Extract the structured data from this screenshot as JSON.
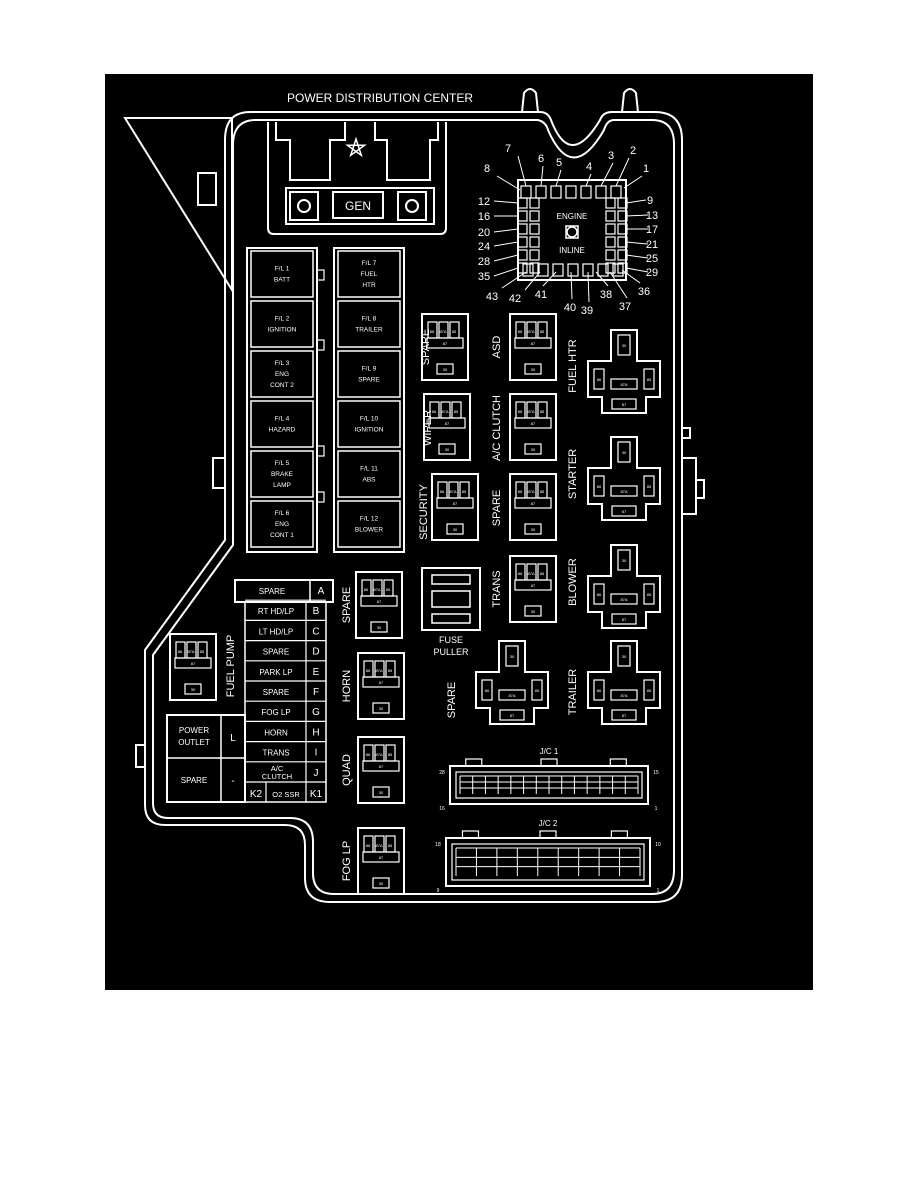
{
  "colors": {
    "page": "#ffffff",
    "panel": "#000000",
    "line": "#ffffff"
  },
  "title": "POWER DISTRIBUTION CENTER",
  "generator": {
    "label": "GEN",
    "logo": "pentastar-icon"
  },
  "fusible_links": [
    {
      "id": "FL1",
      "lines": [
        "F/L 1",
        "BATT"
      ]
    },
    {
      "id": "FL2",
      "lines": [
        "F/L 2",
        "IGNITION"
      ]
    },
    {
      "id": "FL3",
      "lines": [
        "F/L 3",
        "ENG",
        "CONT 2"
      ]
    },
    {
      "id": "FL4",
      "lines": [
        "F/L 4",
        "HAZARD"
      ]
    },
    {
      "id": "FL5",
      "lines": [
        "F/L 5",
        "BRAKE",
        "LAMP"
      ]
    },
    {
      "id": "FL6",
      "lines": [
        "F/L 6",
        "ENG",
        "CONT 1"
      ]
    },
    {
      "id": "FL7",
      "lines": [
        "F/L 7",
        "FUEL",
        "HTR"
      ]
    },
    {
      "id": "FL8",
      "lines": [
        "F/L 8",
        "TRAILER"
      ]
    },
    {
      "id": "FL9",
      "lines": [
        "F/L 9",
        "SPARE"
      ]
    },
    {
      "id": "FL10",
      "lines": [
        "F/L 10",
        "IGNITION"
      ]
    },
    {
      "id": "FL11",
      "lines": [
        "F/L 11",
        "ABS"
      ]
    },
    {
      "id": "FL12",
      "lines": [
        "F/L 12",
        "BLOWER"
      ]
    }
  ],
  "fuse_numbers": [
    "7",
    "6",
    "5",
    "4",
    "3",
    "2",
    "1",
    "8",
    "12",
    "16",
    "20",
    "24",
    "28",
    "35",
    "43",
    "42",
    "41",
    "40",
    "39",
    "38",
    "37",
    "36",
    "9",
    "13",
    "17",
    "21",
    "25",
    "29"
  ],
  "fuse_block_labels": {
    "engine": "ENGINE",
    "inline": "INLINE"
  },
  "mini_relays": [
    {
      "id": "spare1",
      "label": "SPARE"
    },
    {
      "id": "asd",
      "label": "ASD"
    },
    {
      "id": "wiper",
      "label": "WIPER"
    },
    {
      "id": "ac-clutch",
      "label": "A/C CLUTCH"
    },
    {
      "id": "security",
      "label": "SECURITY"
    },
    {
      "id": "spare2",
      "label": "SPARE"
    },
    {
      "id": "trans",
      "label": "TRANS"
    },
    {
      "id": "spare3",
      "label": "SPARE"
    },
    {
      "id": "horn",
      "label": "HORN"
    },
    {
      "id": "quad",
      "label": "QUAD"
    },
    {
      "id": "fog-lp",
      "label": "FOG LP"
    },
    {
      "id": "fuel-pump",
      "label": "FUEL PUMP"
    }
  ],
  "iso_relays": [
    {
      "id": "fuel-htr",
      "label": "FUEL HTR"
    },
    {
      "id": "starter",
      "label": "STARTER"
    },
    {
      "id": "blower",
      "label": "BLOWER"
    },
    {
      "id": "trailer",
      "label": "TRAILER"
    },
    {
      "id": "spare-iso",
      "label": "SPARE"
    }
  ],
  "relay_pins": {
    "p30": "30",
    "p87": "87",
    "p86": "86",
    "p85": "85",
    "p87a": "87A"
  },
  "fuse_puller": [
    "FUSE",
    "PULLER"
  ],
  "maxi_fuses": [
    {
      "name": "SPARE",
      "letter": "A"
    },
    {
      "name": "RT HD/LP",
      "letter": "B"
    },
    {
      "name": "LT HD/LP",
      "letter": "C"
    },
    {
      "name": "SPARE",
      "letter": "D"
    },
    {
      "name": "PARK LP",
      "letter": "E"
    },
    {
      "name": "SPARE",
      "letter": "F"
    },
    {
      "name": "FOG LP",
      "letter": "G"
    },
    {
      "name": "HORN",
      "letter": "H"
    },
    {
      "name": "TRANS",
      "letter": "I"
    },
    {
      "name": "A/C CLUTCH",
      "letter": "J"
    }
  ],
  "o2_ssr": {
    "label": "O2 SSR",
    "k2": "K2",
    "k1": "K1"
  },
  "outlet_block": [
    {
      "name": "POWER OUTLET",
      "letter": "L"
    },
    {
      "name": "SPARE",
      "letter": "-"
    }
  ],
  "connectors": [
    {
      "id": "jc1",
      "label": "J/C 1",
      "pins": [
        "28",
        "15",
        "16",
        "1"
      ]
    },
    {
      "id": "jc2",
      "label": "J/C 2",
      "pins": [
        "18",
        "10",
        "9",
        "1"
      ]
    }
  ]
}
